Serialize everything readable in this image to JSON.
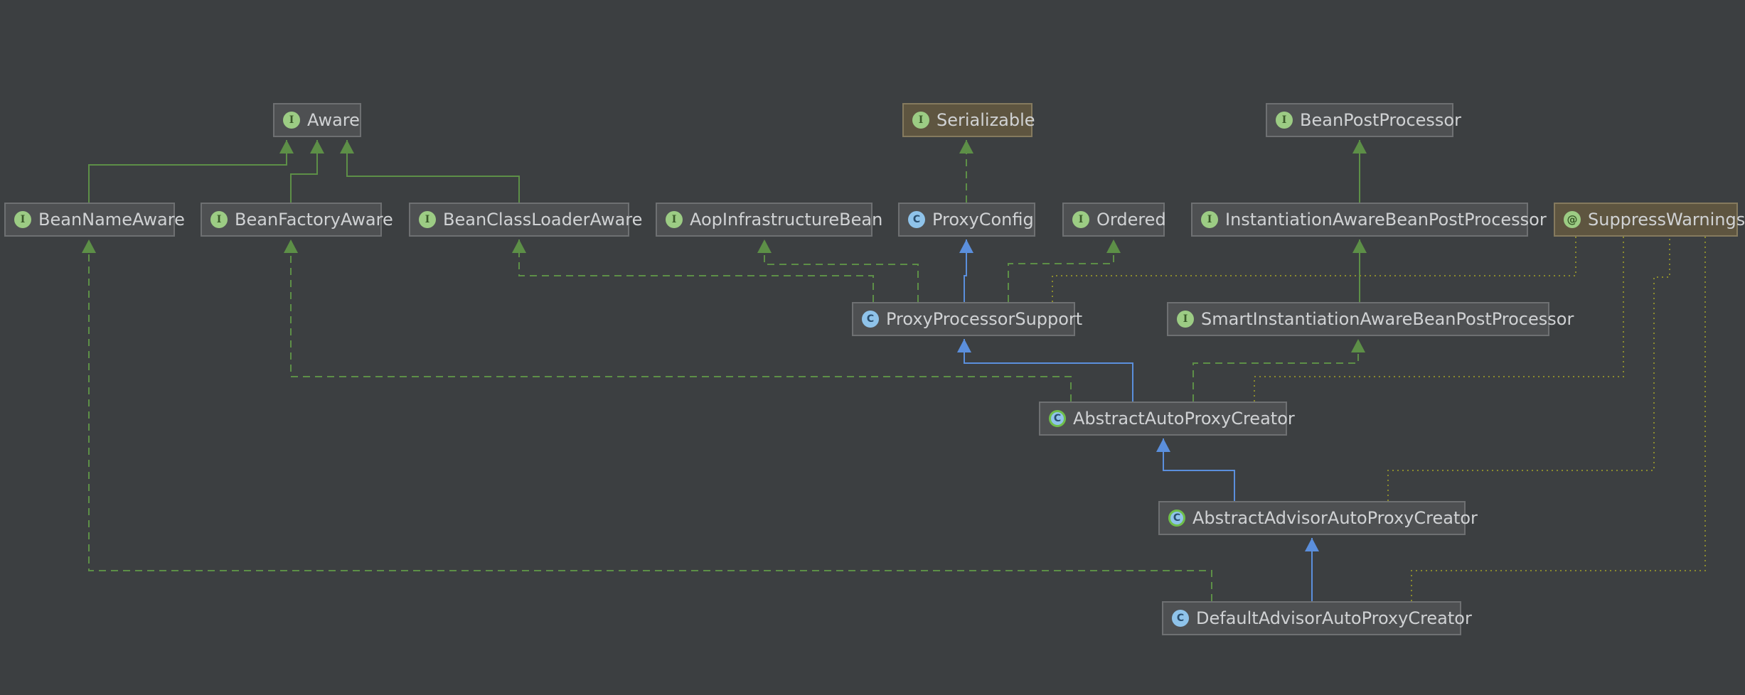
{
  "nodes": {
    "aware": {
      "label": "Aware",
      "kind": "interface",
      "glyph": "I"
    },
    "serializable": {
      "label": "Serializable",
      "kind": "interface",
      "glyph": "I"
    },
    "bean_post_processor": {
      "label": "BeanPostProcessor",
      "kind": "interface",
      "glyph": "I"
    },
    "bean_name_aware": {
      "label": "BeanNameAware",
      "kind": "interface",
      "glyph": "I"
    },
    "bean_factory_aware": {
      "label": "BeanFactoryAware",
      "kind": "interface",
      "glyph": "I"
    },
    "bean_class_loader_aware": {
      "label": "BeanClassLoaderAware",
      "kind": "interface",
      "glyph": "I"
    },
    "aop_infrastructure_bean": {
      "label": "AopInfrastructureBean",
      "kind": "interface",
      "glyph": "I"
    },
    "proxy_config": {
      "label": "ProxyConfig",
      "kind": "class",
      "glyph": "C"
    },
    "ordered": {
      "label": "Ordered",
      "kind": "interface",
      "glyph": "I"
    },
    "instantiation_aware_bpp": {
      "label": "InstantiationAwareBeanPostProcessor",
      "kind": "interface",
      "glyph": "I"
    },
    "suppress_warnings": {
      "label": "SuppressWarnings",
      "kind": "annotation",
      "glyph": "@"
    },
    "proxy_processor_support": {
      "label": "ProxyProcessorSupport",
      "kind": "class",
      "glyph": "C"
    },
    "smart_instantiation_aware_bpp": {
      "label": "SmartInstantiationAwareBeanPostProcessor",
      "kind": "interface",
      "glyph": "I"
    },
    "abstract_auto_proxy_creator": {
      "label": "AbstractAutoProxyCreator",
      "kind": "abstract",
      "glyph": "C"
    },
    "abstract_advisor_auto_proxy_creator": {
      "label": "AbstractAdvisorAutoProxyCreator",
      "kind": "abstract",
      "glyph": "C"
    },
    "default_advisor_auto_proxy_creator": {
      "label": "DefaultAdvisorAutoProxyCreator",
      "kind": "class",
      "glyph": "C"
    }
  },
  "edges": [
    {
      "from": "bean_name_aware",
      "to": "aware",
      "relation": "extends"
    },
    {
      "from": "bean_factory_aware",
      "to": "aware",
      "relation": "extends"
    },
    {
      "from": "bean_class_loader_aware",
      "to": "aware",
      "relation": "extends"
    },
    {
      "from": "proxy_config",
      "to": "serializable",
      "relation": "implements"
    },
    {
      "from": "instantiation_aware_bpp",
      "to": "bean_post_processor",
      "relation": "extends"
    },
    {
      "from": "smart_instantiation_aware_bpp",
      "to": "instantiation_aware_bpp",
      "relation": "extends"
    },
    {
      "from": "proxy_processor_support",
      "to": "proxy_config",
      "relation": "class-extends"
    },
    {
      "from": "proxy_processor_support",
      "to": "ordered",
      "relation": "implements"
    },
    {
      "from": "proxy_processor_support",
      "to": "bean_class_loader_aware",
      "relation": "implements"
    },
    {
      "from": "proxy_processor_support",
      "to": "aop_infrastructure_bean",
      "relation": "implements"
    },
    {
      "from": "proxy_processor_support",
      "to": "suppress_warnings",
      "relation": "annotated"
    },
    {
      "from": "abstract_auto_proxy_creator",
      "to": "proxy_processor_support",
      "relation": "class-extends"
    },
    {
      "from": "abstract_auto_proxy_creator",
      "to": "smart_instantiation_aware_bpp",
      "relation": "implements"
    },
    {
      "from": "abstract_auto_proxy_creator",
      "to": "bean_factory_aware",
      "relation": "implements"
    },
    {
      "from": "abstract_auto_proxy_creator",
      "to": "suppress_warnings",
      "relation": "annotated"
    },
    {
      "from": "abstract_advisor_auto_proxy_creator",
      "to": "abstract_auto_proxy_creator",
      "relation": "class-extends"
    },
    {
      "from": "abstract_advisor_auto_proxy_creator",
      "to": "suppress_warnings",
      "relation": "annotated"
    },
    {
      "from": "default_advisor_auto_proxy_creator",
      "to": "abstract_advisor_auto_proxy_creator",
      "relation": "class-extends"
    },
    {
      "from": "default_advisor_auto_proxy_creator",
      "to": "bean_name_aware",
      "relation": "implements"
    },
    {
      "from": "default_advisor_auto_proxy_creator",
      "to": "suppress_warnings",
      "relation": "annotated"
    }
  ],
  "colors": {
    "background": "#3c3f41",
    "extends_line": "#5d8f47",
    "class_extends_line": "#5b8fdc",
    "annotation_line": "#8a8a2e"
  }
}
